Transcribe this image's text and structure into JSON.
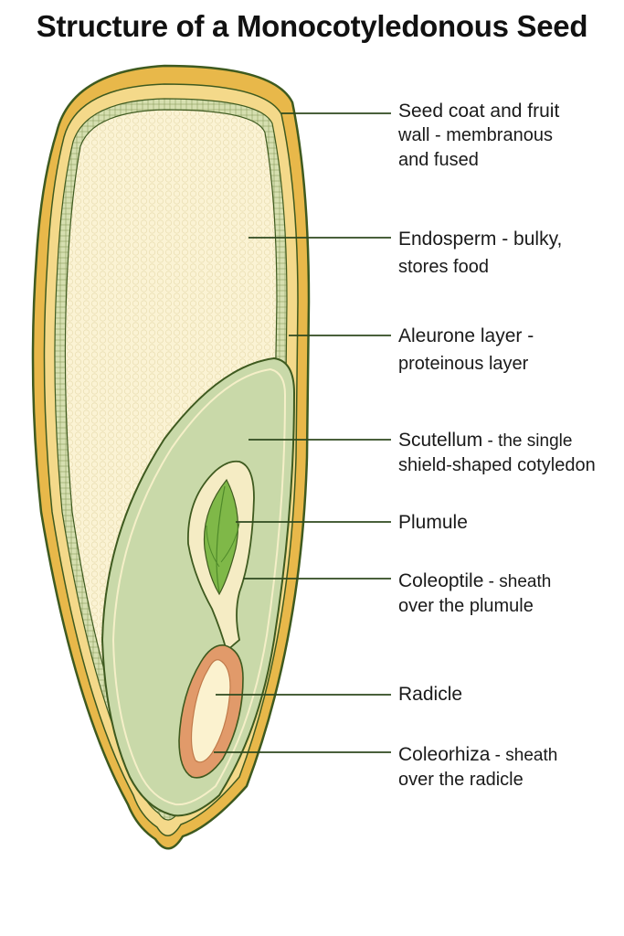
{
  "title": "Structure of a Monocotyledonous Seed",
  "colors": {
    "outline": "#3e5a1f",
    "seed_coat": "#e8b84a",
    "seed_coat_inner": "#f4d98a",
    "endosperm": "#fbf3d4",
    "aleurone": "#cfd9a8",
    "scutellum": "#c9d9a9",
    "plumule": "#7fb848",
    "coleorhiza": "#e19a6a",
    "leader_line": "#2f4a1f"
  },
  "labels": [
    {
      "name": "Seed coat and fruit",
      "line2": "wall - membranous",
      "line3": "and fused"
    },
    {
      "name": "Endosperm - bulky,",
      "line2": "stores food"
    },
    {
      "name": "Aleurone layer -",
      "line2": "proteinous layer"
    },
    {
      "name": "Scutellum",
      "desc": " - the single",
      "line2": "shield-shaped cotyledon"
    },
    {
      "name": "Plumule"
    },
    {
      "name": "Coleoptile",
      "desc": " - sheath",
      "line2": "over the plumule"
    },
    {
      "name": "Radicle"
    },
    {
      "name": "Coleorhiza",
      "desc": " - sheath",
      "line2": "over the radicle"
    }
  ]
}
